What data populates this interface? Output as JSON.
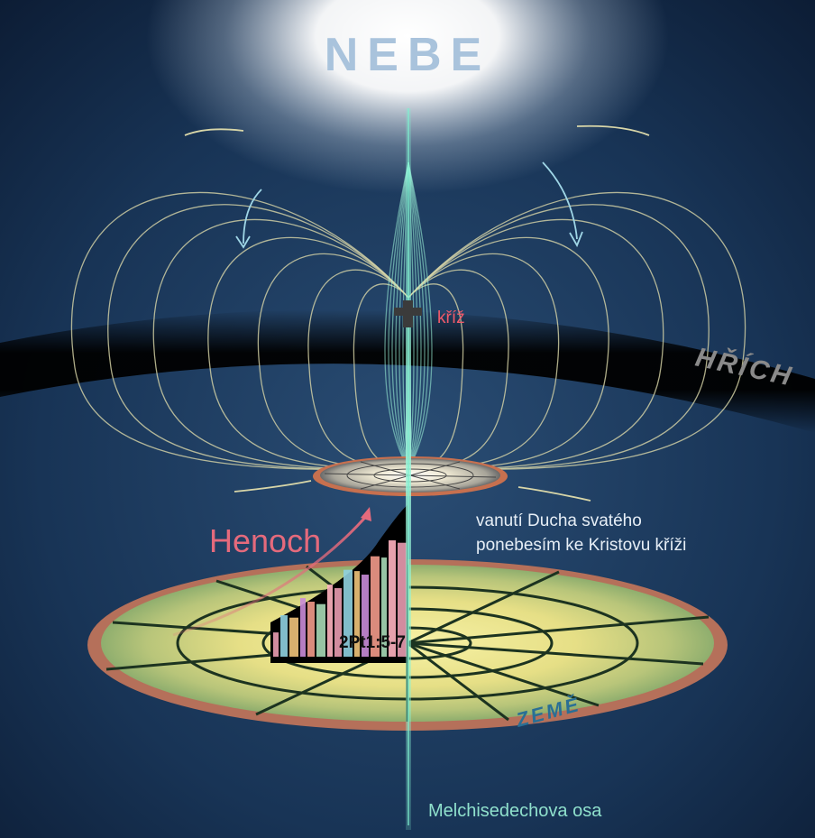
{
  "labels": {
    "heaven": "NEBE",
    "cross": "kříž",
    "sin": "HŘÍCH",
    "enoch": "Henoch",
    "spirit_line1": "vanutí Ducha svatého",
    "spirit_line2": "ponebesím ke Kristovu kříži",
    "verse": "2Pt1:5-7",
    "earth": "ZEMĚ",
    "axis": "Melchisedechova osa"
  },
  "colors": {
    "background": "#14294a",
    "heaven_text": "#a9c3dc",
    "cross_text": "#f05a6a",
    "sin_text": "#8a8a8a",
    "enoch": "#e56a7c",
    "spirit_text": "#e6eef6",
    "axis_text": "#8fe0cc",
    "earth_text": "#2a6f95",
    "field_line": "#d8d6a8",
    "earth_disc": "#e7e08a",
    "earth_rim": "#b5705a"
  },
  "icons": {
    "cross": "cross-icon",
    "enoch_arrow": "curved-arrow-icon",
    "city": "city-skyline-icon"
  }
}
